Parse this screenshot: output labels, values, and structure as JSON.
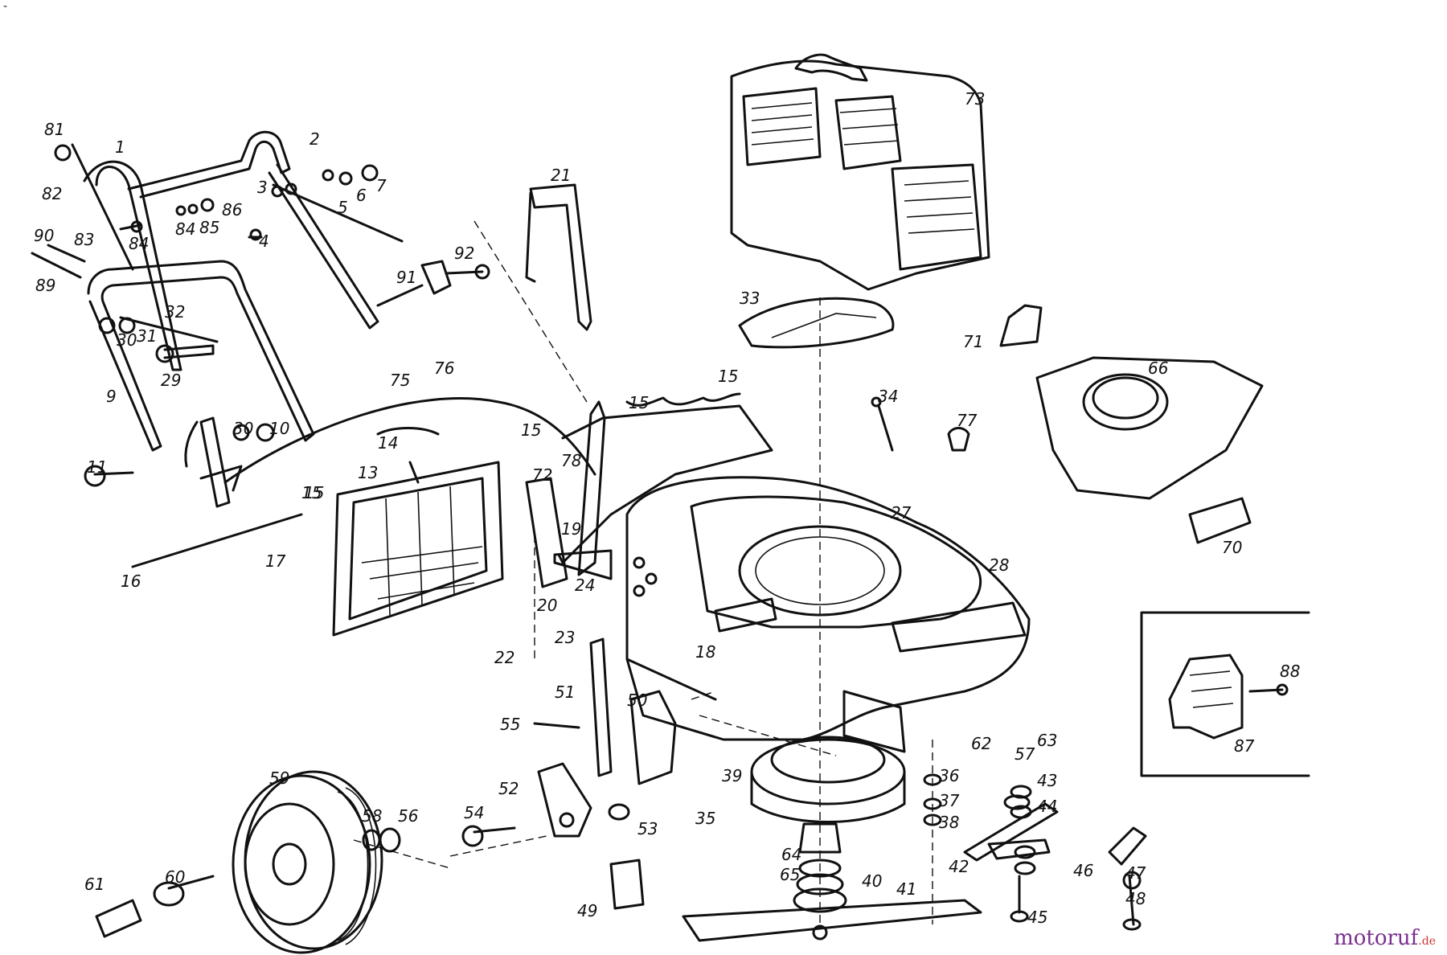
{
  "diagram": {
    "corner_mark": "-",
    "callouts": [
      "81",
      "1",
      "2",
      "3",
      "5",
      "6",
      "7",
      "82",
      "4",
      "84",
      "86",
      "85",
      "90",
      "83",
      "84",
      "89",
      "91",
      "92",
      "32",
      "21",
      "73",
      "30",
      "31",
      "29",
      "9",
      "76",
      "75",
      "33",
      "71",
      "10",
      "30",
      "11",
      "14",
      "15",
      "15",
      "15",
      "15",
      "34",
      "77",
      "66",
      "13",
      "72",
      "78",
      "15",
      "16",
      "17",
      "19",
      "27",
      "28",
      "70",
      "20",
      "24",
      "22",
      "23",
      "18",
      "51",
      "50",
      "55",
      "52",
      "88",
      "87",
      "62",
      "57",
      "63",
      "39",
      "36",
      "37",
      "38",
      "43",
      "44",
      "59",
      "58",
      "56",
      "54",
      "53",
      "35",
      "42",
      "64",
      "65",
      "40",
      "41",
      "46",
      "47",
      "48",
      "61",
      "60",
      "49",
      "45"
    ],
    "watermark": {
      "main": "motoruf",
      "tld": ".de"
    }
  },
  "colors": {
    "ink": "#111111",
    "background": "#ffffff",
    "watermark_main": "#7a2f8f",
    "watermark_tld": "#cc3333"
  }
}
